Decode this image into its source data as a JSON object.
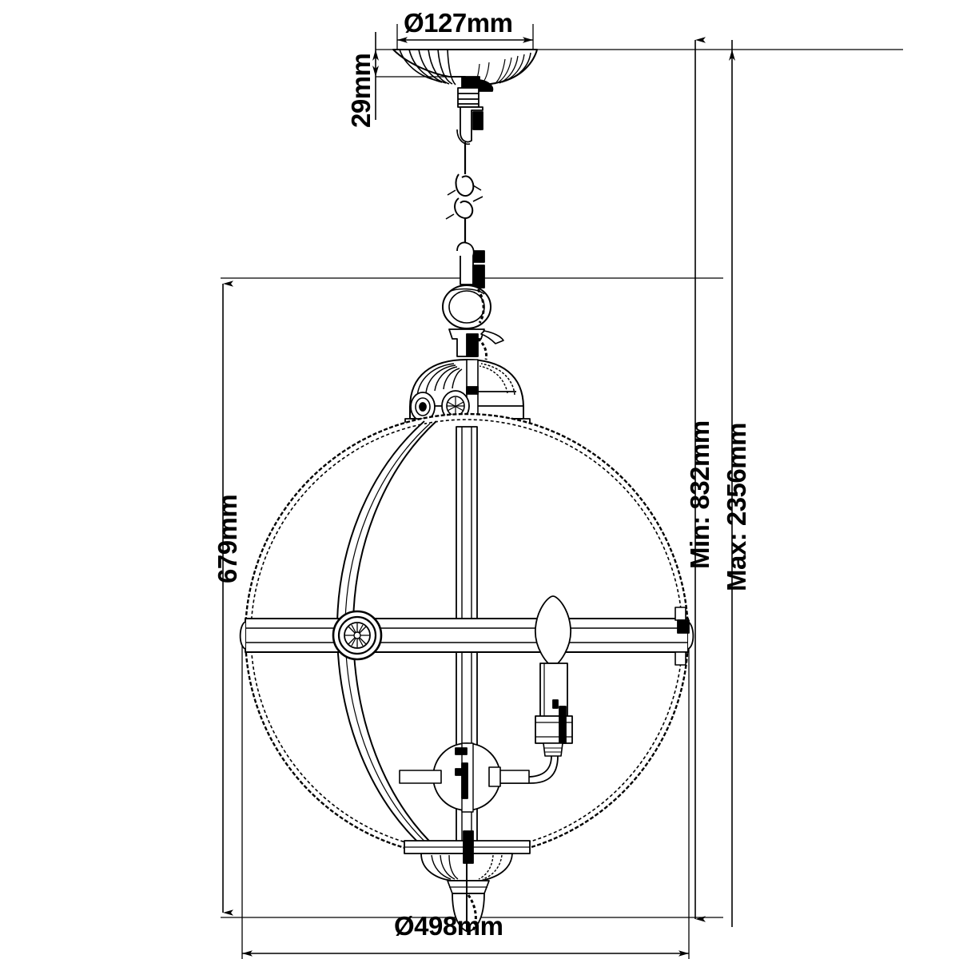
{
  "drawing": {
    "type": "technical-dimension-drawing",
    "subject": "globe pendant lantern light fixture",
    "units": "mm",
    "line_color": "#000000",
    "background_color": "#ffffff"
  },
  "dimensions": {
    "canopy_diameter": {
      "label": "Ø127mm",
      "value": 127,
      "orientation": "horizontal",
      "position": "top"
    },
    "canopy_height": {
      "label": "29mm",
      "value": 29,
      "orientation": "vertical",
      "position": "top-left"
    },
    "globe_height": {
      "label": "679mm",
      "value": 679,
      "orientation": "vertical",
      "position": "left"
    },
    "overall_min": {
      "label": "Min: 832mm",
      "value": 832,
      "orientation": "vertical",
      "position": "right"
    },
    "overall_max": {
      "label": "Max: 2356mm",
      "value": 2356,
      "orientation": "vertical",
      "position": "right"
    },
    "globe_diameter": {
      "label": "Ø498mm",
      "value": 498,
      "orientation": "horizontal",
      "position": "bottom"
    }
  },
  "parts": [
    {
      "name": "ceiling-canopy",
      "label": "canopy"
    },
    {
      "name": "suspension-chain",
      "label": "chain"
    },
    {
      "name": "chain-hook-upper",
      "label": "upper hook"
    },
    {
      "name": "chain-hook-lower",
      "label": "lower hook"
    },
    {
      "name": "finial-loop",
      "label": "loop"
    },
    {
      "name": "crown-cap",
      "label": "crown"
    },
    {
      "name": "globe-frame",
      "label": "globe"
    },
    {
      "name": "equator-band",
      "label": "equator band"
    },
    {
      "name": "rosette-hub",
      "label": "rosette"
    },
    {
      "name": "candle-bulb",
      "label": "candle bulb"
    },
    {
      "name": "candle-socket",
      "label": "socket"
    },
    {
      "name": "center-sphere",
      "label": "center sphere"
    },
    {
      "name": "bottom-finial",
      "label": "bottom finial"
    }
  ]
}
